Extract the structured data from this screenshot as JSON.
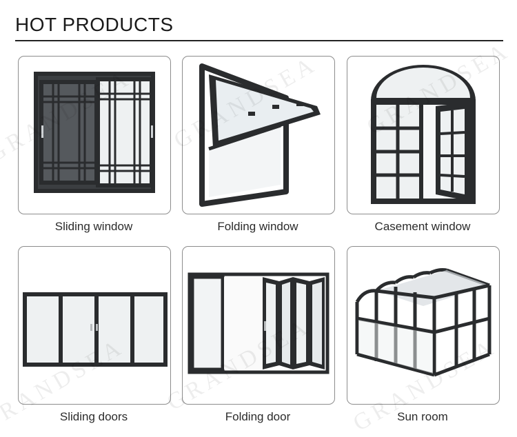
{
  "header": {
    "title": "HOT PRODUCTS"
  },
  "products": [
    {
      "label": "Sliding window",
      "icon": "sliding-window-icon"
    },
    {
      "label": "Folding window",
      "icon": "folding-window-icon"
    },
    {
      "label": "Casement window",
      "icon": "casement-window-icon"
    },
    {
      "label": "Sliding doors",
      "icon": "sliding-doors-icon"
    },
    {
      "label": "Folding door",
      "icon": "folding-door-icon"
    },
    {
      "label": "Sun room",
      "icon": "sun-room-icon"
    }
  ],
  "watermark": {
    "text": "GRANDSEA"
  },
  "colors": {
    "frame": "#2a2c2e",
    "glass": "#eef1f2",
    "card_border": "#8c8c8c"
  }
}
